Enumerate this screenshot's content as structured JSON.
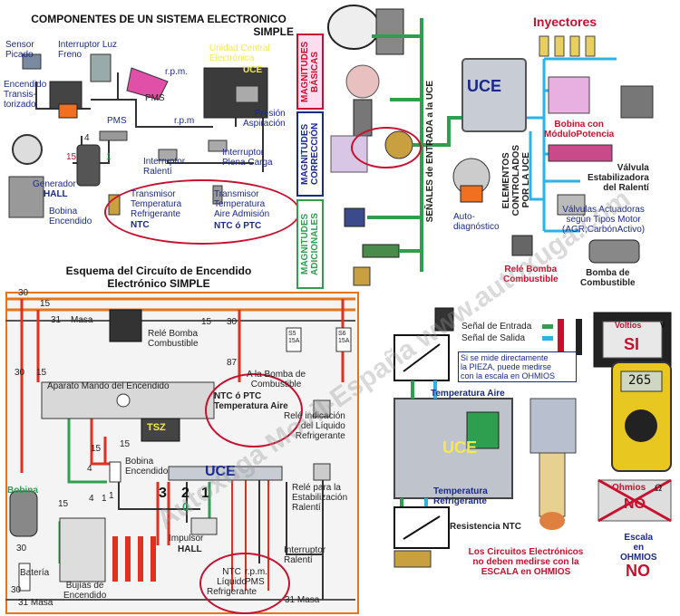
{
  "top_left": {
    "title_line1": "COMPONENTES DE UN SISTEMA ELECTRONICO",
    "title_line2": "SIMPLE",
    "labels": {
      "sensor_picado": "Sensor\nPicado",
      "interruptor_luz_freno": "Interruptor Luz\nFreno",
      "unidad_central": "Unidad Central\nElectrónica",
      "uce": "UCE",
      "rpm1": "r.p.m.",
      "encendido_trans": "Encendido\nTransis-\ntorizado",
      "pms": "PMS",
      "pms2": "PMS",
      "rpm2": "r.p.m",
      "presion_aspiracion": "Presión\nAspiración",
      "interruptor_ralenti": "Interruptor\nRalentí",
      "interruptor_plena_carga": "Interruptor\nPlena Carga",
      "generador": "Generador",
      "hall": "HALL",
      "bobina_encendido": "Bobina\nEncendido",
      "transmisor_temp_ref": "Transmisor\nTemperatura\nRefrigerante",
      "ntc": "NTC",
      "transmisor_temp_aire": "Transmisor\nTemperatura\nAire Admisión",
      "ntc_ptc": "NTC ó PTC",
      "n4": "4",
      "n15": "15",
      "n1": "1"
    }
  },
  "top_right": {
    "magnitudes_basicas": "MAGNITUDES BÁSICAS",
    "magnitudes_correccion": "MAGNITUDES CORRECCIÓN",
    "magnitudes_adicionales": "MAGNITUDES ADICIONALES",
    "senales_entrada": "SEÑALES  de  ENTRADA a la UCE",
    "uce": "UCE",
    "inyectores": "Inyectores",
    "bobina_modulo": "Bobina con\nMóduloPotencia",
    "valvula_estabilizadora": "Válvula\nEstabilizadora\ndel Ralentí",
    "elementos_controlados": "ELEMENTOS\nCONTROLADOS\nPOR LA UCE",
    "valvulas_actuadoras": "Válvulas Actuadoras\nsegún Tipos Motor\n(AGR;CarbónActivo)",
    "autodiagnostico": "Auto-\ndiagnóstico",
    "rele_bomba": "Relé Bomba\nCombustible",
    "bomba_combustible": "Bomba de\nCombustible"
  },
  "bottom_left": {
    "title_line1": "Esquema del Circuíto de Encendido",
    "title_line2": "Electrónico SIMPLE",
    "rail30": "30",
    "rail15": "15",
    "rail31": "31",
    "masa": "Masa",
    "rele_bomba": "Relé Bomba\nCombustible",
    "n15b": "15",
    "n30b": "30",
    "n87": "87",
    "fuse1": "S5\n15A",
    "fuse2": "S6\n15A",
    "a_la_bomba": "A la Bomba de\nCombustible",
    "ntc_ptc_temp_aire": "NTC ó PTC\nTemperatura Aire",
    "aparato_mando": "Aparato Mando del Encendido",
    "tsz": "TSZ",
    "rele_indicacion": "Relé indicación\ndel Líquido\nRefrigerante",
    "bobina_encendido": "Bobina\nEncendido",
    "uce": "UCE",
    "bobina": "Bobina",
    "n30c": "30",
    "n15c": "15",
    "n15d": "15",
    "n4": "4",
    "n1": "1",
    "n4b": "4",
    "n1b": "1",
    "d3": "3",
    "d2": "2",
    "d1": "1",
    "d0": "0",
    "rele_estabilizacion": "Relé para la\nEstabilización\nRalentí",
    "impulsor": "Impulsor",
    "hall": "HALL",
    "ntc_liquido": "NTC\nLíquido\nRefrigerante",
    "rpm_pms": "r.p.m.\nPMS",
    "interruptor_ralenti": "Interruptor\nRalentí",
    "bateria": "Batería",
    "bujias": "Bujías de\nEncendido",
    "masa31": "31 Masa",
    "masa31b": "31 Masa",
    "n30d": "30",
    "n30e": "30",
    "n15e": "15"
  },
  "bottom_right": {
    "senal_entrada": "Señal de Entrada",
    "senal_salida": "Señal de Salida",
    "note": "Si se mide directamente\nla PIEZA, puede medirse\ncon la escala en OHMIOS",
    "temperatura_aire": "Temperatura Aire",
    "uce": "UCE",
    "temperatura_refrigerante": "Temperatura\nRefrigerante",
    "resistencia_ntc": "Resistencia NTC",
    "voltios": "Voltios",
    "v": "V",
    "si": "SI",
    "display": "265",
    "ohmios": "Ohmios",
    "omega": "Ω",
    "no": "NO",
    "escala_ohmios": "Escala\nen\nOHMIOS",
    "no2": "NO",
    "warning": "Los Circuitos Electrónicos\nno deben medirse con la\nESCALA en OHMIOS"
  },
  "watermark": "Autoxuga Movil-España   www.autoxuga.com",
  "colors": {
    "blue_label": "#1a2a8a",
    "red_label": "#c8102e",
    "green_frame": "#2e9e4f",
    "cyan_wire": "#2bb3e8",
    "orange_rail": "#e8741a",
    "panel_bg": "#f2f2f2"
  }
}
